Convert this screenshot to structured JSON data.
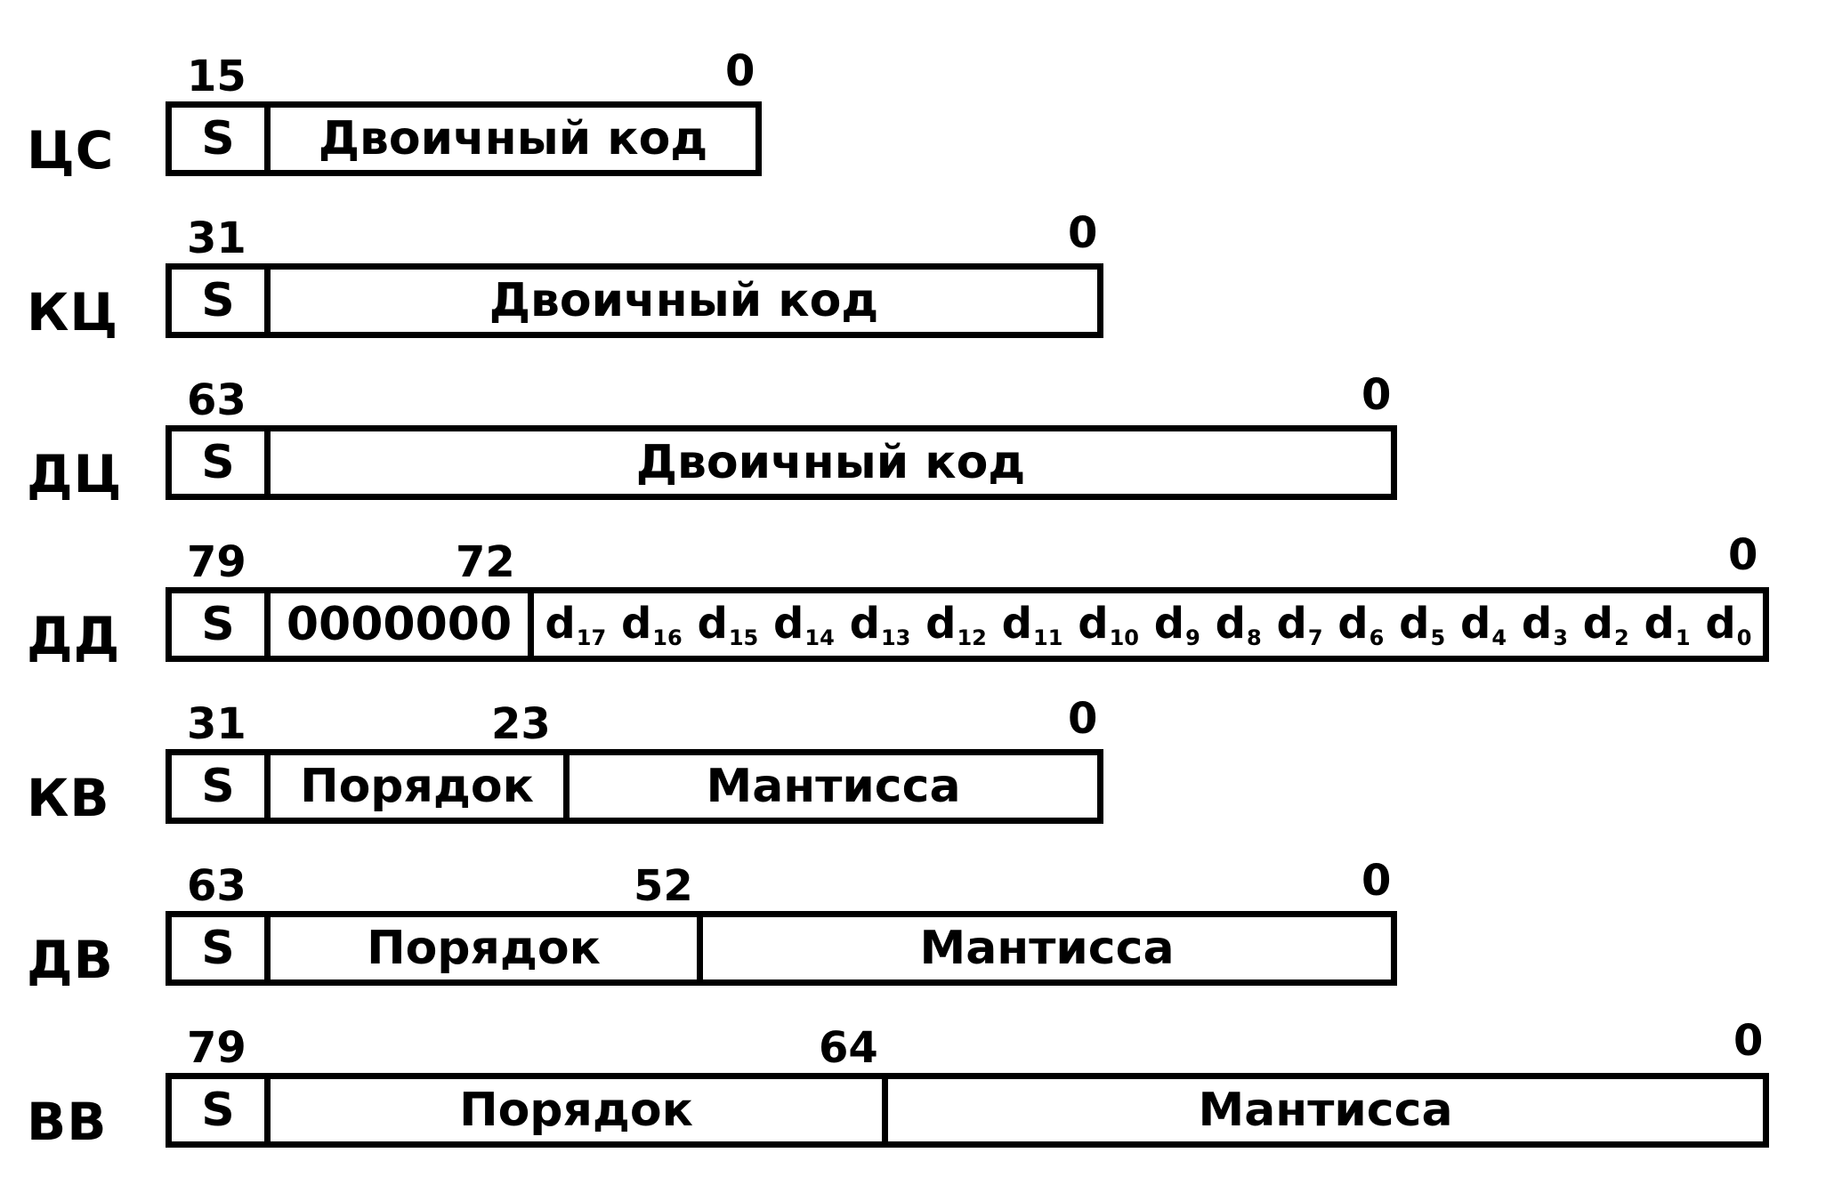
{
  "rows": [
    {
      "name": "ЦС",
      "bits": [
        "15",
        "0"
      ],
      "fields": [
        "S",
        "Двоичный код"
      ]
    },
    {
      "name": "КЦ",
      "bits": [
        "31",
        "0"
      ],
      "fields": [
        "S",
        "Двоичный код"
      ]
    },
    {
      "name": "ДЦ",
      "bits": [
        "63",
        "0"
      ],
      "fields": [
        "S",
        "Двоичный код"
      ]
    },
    {
      "name": "ДД",
      "bits": [
        "79",
        "72",
        "0"
      ],
      "fields": [
        "S",
        "0000000"
      ],
      "digits": [
        "17",
        "16",
        "15",
        "14",
        "13",
        "12",
        "11",
        "10",
        "9",
        "8",
        "7",
        "6",
        "5",
        "4",
        "3",
        "2",
        "1",
        "0"
      ]
    },
    {
      "name": "КВ",
      "bits": [
        "31",
        "23",
        "0"
      ],
      "fields": [
        "S",
        "Порядок",
        "Мантисса"
      ]
    },
    {
      "name": "ДВ",
      "bits": [
        "63",
        "52",
        "0"
      ],
      "fields": [
        "S",
        "Порядок",
        "Мантисса"
      ]
    },
    {
      "name": "ВВ",
      "bits": [
        "79",
        "64",
        "0"
      ],
      "fields": [
        "S",
        "Порядок",
        "Мантисса"
      ]
    }
  ],
  "digit_prefix": "d"
}
